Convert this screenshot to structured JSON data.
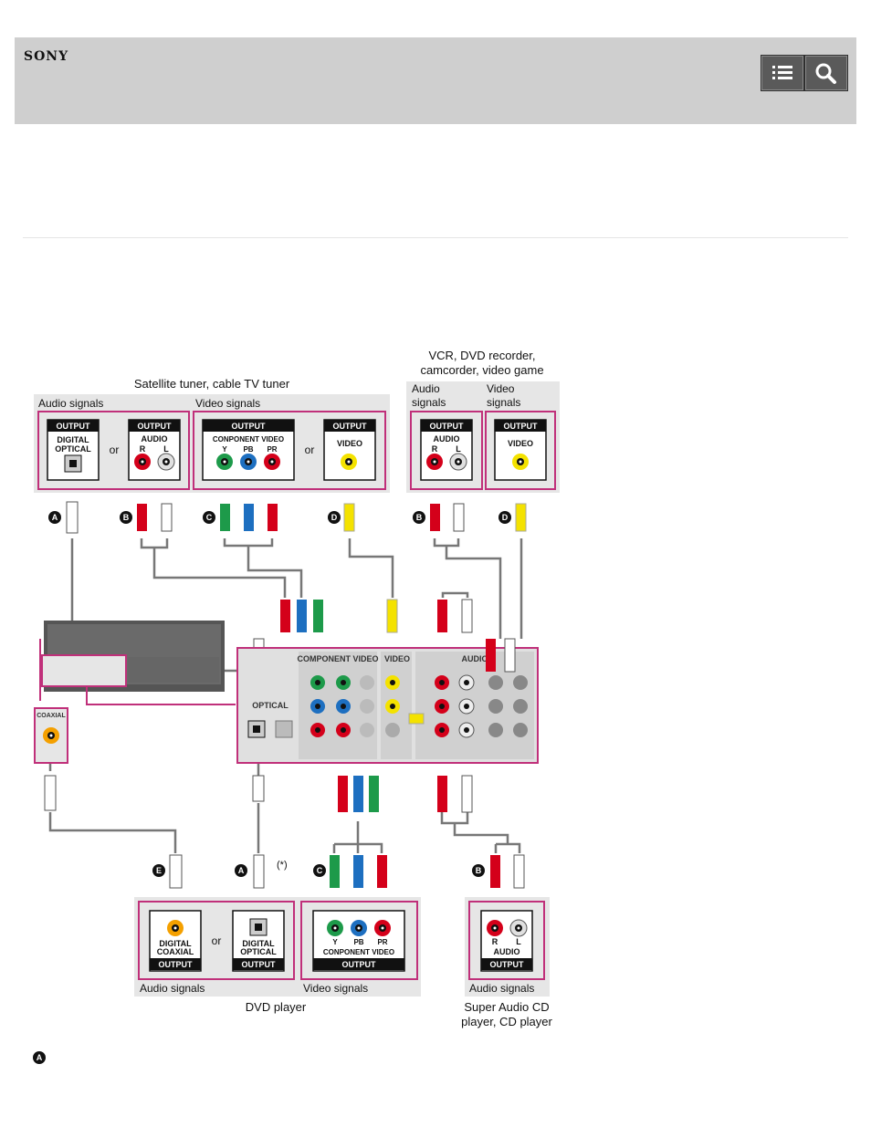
{
  "brand": "SONY",
  "header": {
    "menu_icon": "list-icon",
    "search_icon": "search-icon"
  },
  "diagram": {
    "sources_top": {
      "satellite": "Satellite tuner, cable TV tuner",
      "vcr_line1": "VCR, DVD recorder,",
      "vcr_line2": "camcorder, video game"
    },
    "signals": {
      "audio": "Audio signals",
      "video": "Video signals",
      "audio_line1": "Audio",
      "video_line1": "Video",
      "signals_line2": "signals"
    },
    "jacks": {
      "output": "OUTPUT",
      "digital": "DIGITAL",
      "optical": "OPTICAL",
      "coaxial": "COAXIAL",
      "audio": "AUDIO",
      "video": "VIDEO",
      "component_video": "CONPONENT VIDEO",
      "r": "R",
      "l": "L",
      "y": "Y",
      "pb": "PB",
      "pr": "PR",
      "or": "or"
    },
    "receiver": {
      "component_video": "COMPONENT VIDEO",
      "video": "VIDEO",
      "audio": "AUDIO",
      "optical": "OPTICAL",
      "coaxial": "COAXIAL"
    },
    "markers": {
      "a": "A",
      "b": "B",
      "c": "C",
      "d": "D",
      "e": "E",
      "note": "(*)"
    },
    "sources_bottom": {
      "dvd": "DVD player",
      "sacd_line1": "Super Audio CD",
      "sacd_line2": "player, CD player"
    }
  },
  "footnote_marker": "A",
  "colors": {
    "red": "#d4001a",
    "white": "#ffffff",
    "green": "#1d9a4a",
    "blue": "#1d6fc0",
    "yellow": "#f4e200",
    "frame": "#c0307a",
    "panel": "#e6e6e6"
  }
}
